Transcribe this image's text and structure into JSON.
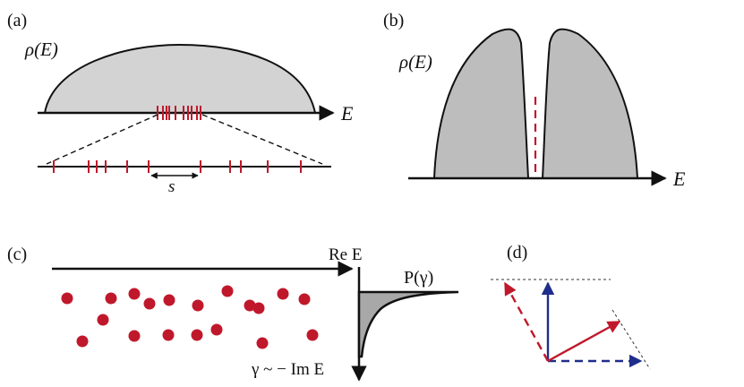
{
  "panels": {
    "a": {
      "tag": "(a)",
      "density_label": "ρ(E)",
      "axis_label": "E",
      "spacing_label": "s"
    },
    "b": {
      "tag": "(b)",
      "density_label": "ρ(E)",
      "axis_label": "E"
    },
    "c": {
      "tag": "(c)",
      "re_axis_label": "Re E",
      "im_axis_label": "γ ~ − Im E",
      "dist_label": "P(γ)"
    },
    "d": {
      "tag": "(d)"
    }
  },
  "colors": {
    "accent_red": "#c0182b",
    "fill_gray": "#d3d3d3",
    "fill_dark_gray": "#bdbdbd",
    "arrow_blue": "#1f2e8c",
    "line_black": "#111111"
  }
}
